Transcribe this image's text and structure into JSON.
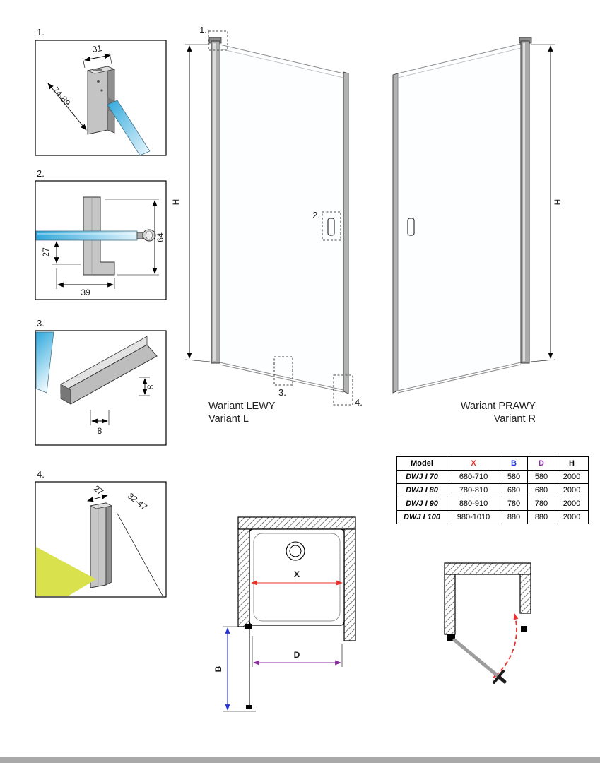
{
  "details": [
    {
      "label": "1.",
      "dims": [
        "31",
        "74-89"
      ]
    },
    {
      "label": "2.",
      "dims": [
        "27",
        "39",
        "64"
      ]
    },
    {
      "label": "3.",
      "dims": [
        "8",
        "8"
      ]
    },
    {
      "label": "4.",
      "dims": [
        "27",
        "32-47"
      ]
    }
  ],
  "doors": {
    "left": {
      "title": "Wariant LEWY",
      "subtitle": "Variant L",
      "height_label": "H"
    },
    "right": {
      "title": "Wariant PRAWY",
      "subtitle": "Variant R",
      "height_label": "H"
    },
    "callouts": [
      "1.",
      "2.",
      "3.",
      "4."
    ]
  },
  "table": {
    "headers": [
      "Model",
      "X",
      "B",
      "D",
      "H"
    ],
    "rows": [
      [
        "DWJ I 70",
        "680-710",
        "580",
        "580",
        "2000"
      ],
      [
        "DWJ I 80",
        "780-810",
        "680",
        "680",
        "2000"
      ],
      [
        "DWJ I 90",
        "880-910",
        "780",
        "780",
        "2000"
      ],
      [
        "DWJ I 100",
        "980-1010",
        "880",
        "880",
        "2000"
      ]
    ]
  },
  "plans": {
    "tray": {
      "x_label": "X",
      "b_label": "B",
      "d_label": "D"
    }
  },
  "colors": {
    "dim_x": "#e8312a",
    "dim_b": "#2433d6",
    "dim_d": "#8a2ea0",
    "glass_blue": "#2fa8dc",
    "floor_green": "#d9e14c",
    "swing_arc": "#e8312a",
    "footer_bar": "#a9a9a9"
  }
}
